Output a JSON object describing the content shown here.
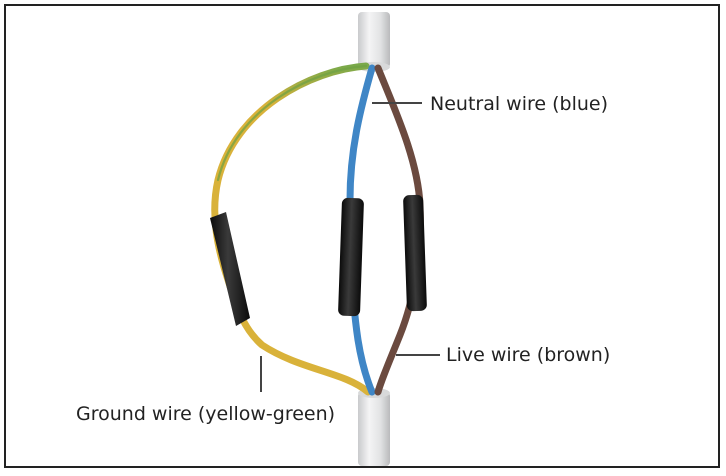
{
  "labels": {
    "neutral": "Neutral wire (blue)",
    "live": "Live wire (brown)",
    "ground": "Ground wire (yellow-green)"
  },
  "colors": {
    "frame": "#222222",
    "cable_sheath": "#e6e7e8",
    "neutral_wire": "#3f86c6",
    "live_wire": "#6b4a3f",
    "ground_wire_yellow": "#d9b23a",
    "ground_wire_green": "#6fa244",
    "heat_shrink": "#161616",
    "leader_line": "#444444"
  }
}
